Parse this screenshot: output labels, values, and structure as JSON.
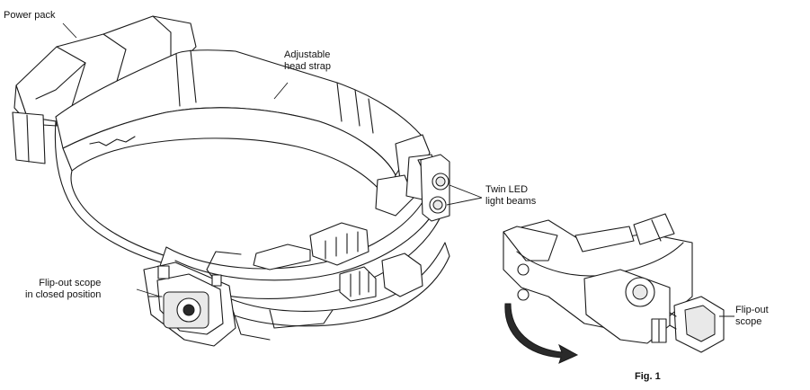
{
  "labels": {
    "power_pack": "Power pack",
    "head_strap": "Adjustable\nhead strap",
    "led_beams": "Twin LED\nlight beams",
    "scope_closed": "Flip-out scope\nin closed position",
    "scope_open": "Flip-out\nscope",
    "figure": "Fig. 1"
  }
}
